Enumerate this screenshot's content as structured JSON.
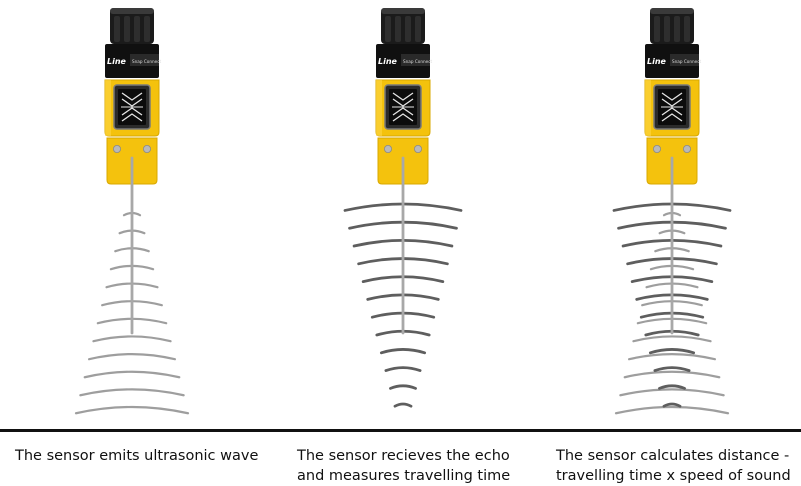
{
  "brand": {
    "logo_text": "Line",
    "connector_text": "Snap Connect"
  },
  "colors": {
    "sensor_yellow": "#F4C20D",
    "sensor_yellow_dark": "#D9A800",
    "connector_black": "#1B1B1B",
    "emitted_wave": "#9E9E9E",
    "echo_wave": "#5E5E5E",
    "probe": "#A8A8A8",
    "baseline": "#111111"
  },
  "panels": [
    {
      "id": "emit",
      "caption_lines": [
        "The sensor emits ultrasonic wave"
      ],
      "waves": [
        "emitted"
      ]
    },
    {
      "id": "receive",
      "caption_lines": [
        "The sensor recieves the echo",
        "and measures travelling time"
      ],
      "waves": [
        "echo"
      ]
    },
    {
      "id": "calculate",
      "caption_lines": [
        "The sensor calculates distance -",
        "travelling time x speed of sound"
      ],
      "waves": [
        "emitted",
        "echo"
      ]
    }
  ]
}
